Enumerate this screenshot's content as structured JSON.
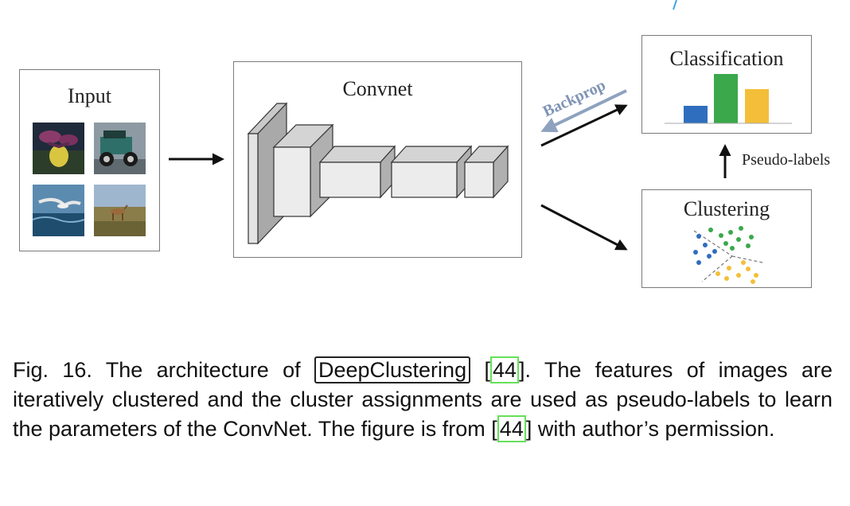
{
  "figure": {
    "input_label": "Input",
    "convnet_label": "Convnet",
    "classification_label": "Classification",
    "clustering_label": "Clustering",
    "backprop_label": "Backprop",
    "pseudo_labels_label": "Pseudo-labels",
    "colors": {
      "bar_blue": "#2f6ebe",
      "bar_green": "#3aa84b",
      "bar_yellow": "#f3bf3a",
      "backprop_arrow": "#8ea2c0",
      "backprop_text": "#7f94b5"
    }
  },
  "caption": {
    "prefix": "Fig. 16. The architecture of",
    "method": "DeepClustering",
    "ref1": "44",
    "part2": ". The features of images are iteratively clustered and the cluster assignments are used as pseudo-labels to learn the parameters of the ConvNet. The figure is from",
    "ref2": "44",
    "part3": "with author’s permission."
  }
}
